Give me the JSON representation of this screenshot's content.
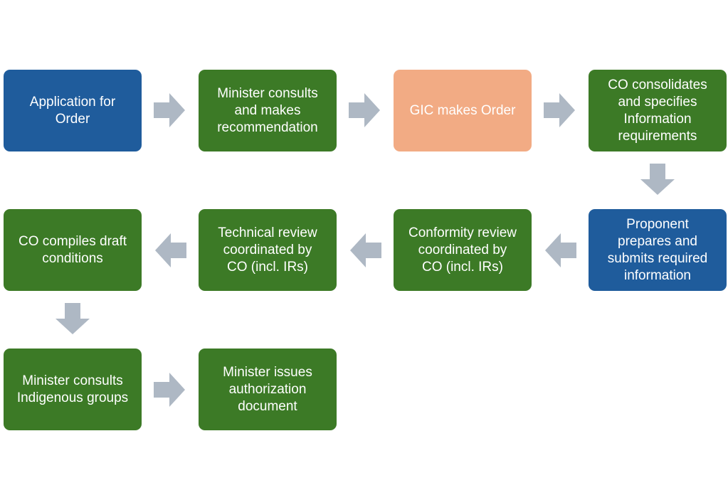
{
  "steps": {
    "s1": {
      "label": "Application for\nOrder",
      "color": "#1f5c9c"
    },
    "s2": {
      "label": "Minister consults\nand makes\nrecommendation",
      "color": "#3c7a26"
    },
    "s3": {
      "label": "GIC makes Order",
      "color": "#f2ab84"
    },
    "s4": {
      "label": "CO consolidates\nand specifies\nInformation\nrequirements",
      "color": "#3c7a26"
    },
    "s5": {
      "label": "Proponent\nprepares and\nsubmits required\ninformation",
      "color": "#1f5c9c"
    },
    "s6": {
      "label": "Conformity review\ncoordinated by\nCO (incl. IRs)",
      "color": "#3c7a26"
    },
    "s7": {
      "label": "Technical review\ncoordinated by\nCO (incl. IRs)",
      "color": "#3c7a26"
    },
    "s8": {
      "label": "CO compiles draft\nconditions",
      "color": "#3c7a26"
    },
    "s9": {
      "label": "Minister consults\nIndigenous groups",
      "color": "#3c7a26"
    },
    "s10": {
      "label": "Minister issues\nauthorization\ndocument",
      "color": "#3c7a26"
    }
  },
  "arrow_color": "#aeb8c4"
}
